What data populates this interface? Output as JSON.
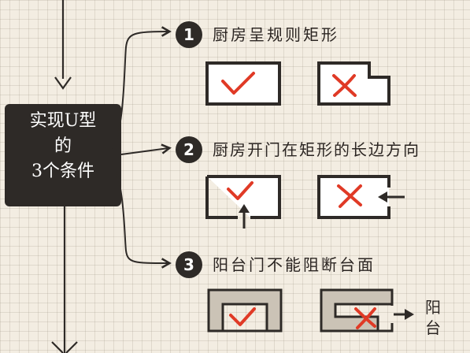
{
  "main_box": {
    "line1": "实现U型",
    "line2": "的",
    "line3": "3个条件"
  },
  "conditions": [
    {
      "number": "1",
      "text": "厨房呈规则矩形"
    },
    {
      "number": "2",
      "text": "厨房开门在矩形的长边方向"
    },
    {
      "number": "3",
      "text": "阳台门不能阻断台面"
    }
  ],
  "balcony_label": {
    "char1": "阳",
    "char2": "台"
  },
  "colors": {
    "box_fill": "#2e2a27",
    "outline": "#2e2a27",
    "check_red": "#e03a26",
    "counter_fill": "#cbc3b6"
  },
  "icons": [
    "check-mark-icon",
    "cross-mark-icon",
    "arrow-icon"
  ]
}
